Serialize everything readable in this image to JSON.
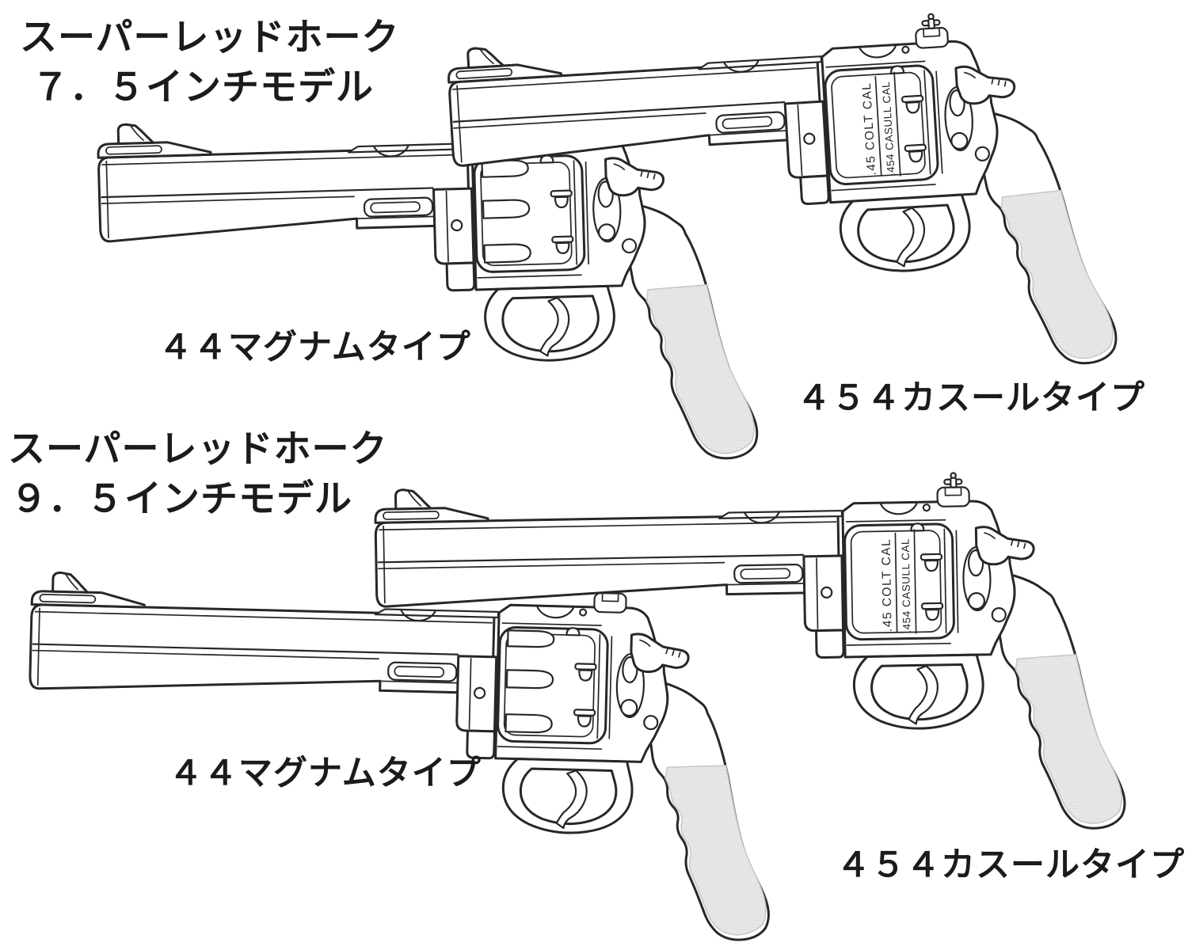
{
  "page": {
    "background": "#ffffff",
    "line_color": "#2a2628",
    "grip_panel_color": "#ececec"
  },
  "sections": [
    {
      "title_line1": "スーパーレッドホーク",
      "title_line2": "７．５インチモデル",
      "magnum_label": "４４マグナムタイプ",
      "casull_label": "４５４カスールタイプ",
      "casull_cylinder_markings": [
        ".45 COLT CAL",
        ".454 CASULL CAL"
      ]
    },
    {
      "title_line1": "スーパーレッドホーク",
      "title_line2": "９．５インチモデル",
      "magnum_label": "４４マグナムタイプ",
      "casull_label": "４５４カスールタイプ",
      "casull_cylinder_markings": [
        ".45 COLT CAL",
        ".454 CASULL CAL"
      ]
    }
  ]
}
